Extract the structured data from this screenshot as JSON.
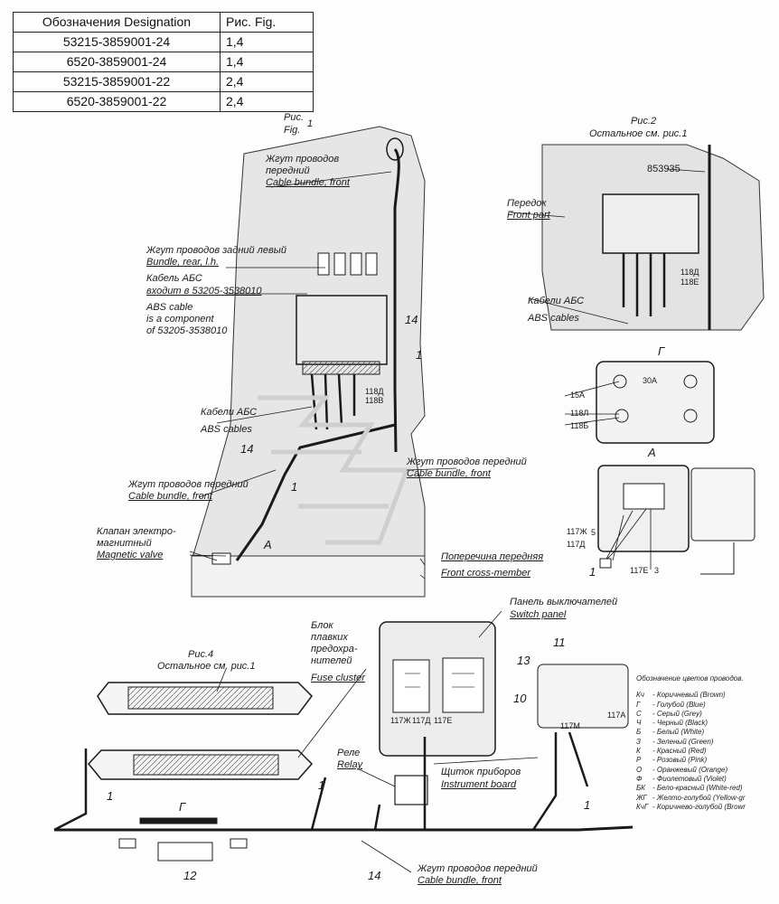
{
  "designation_table": {
    "headers": [
      "Обозначения Designation",
      "Рис. Fig."
    ],
    "rows": [
      [
        "53215-3859001-24",
        "1,4"
      ],
      [
        "6520-3859001-24",
        "1,4"
      ],
      [
        "53215-3859001-22",
        "2,4"
      ],
      [
        "6520-3859001-22",
        "2,4"
      ]
    ]
  },
  "fig1": {
    "title_ru": "Рис.",
    "num_ru": "1",
    "title_en": "Fig.",
    "bundle_front_ru": "Жгут проводов передний",
    "bundle_front_ru_1": "Жгут проводов",
    "bundle_front_ru_2": "передний",
    "bundle_front_en": "Cable bundle, front",
    "bundle_rear_ru": "Жгут проводов задний левый",
    "bundle_rear_en": "Bundle, rear, l.h.",
    "abs_cable_ru_1": "Кабель АБС",
    "abs_cable_ru_2": "входит в 53205-3538010",
    "abs_cable_en_1": "ABS cable",
    "abs_cable_en_2": "is a component",
    "abs_cable_en_3": "of 53205-3538010",
    "abs_cables_ru": "Кабели АБС",
    "abs_cables_en": "ABS cables",
    "valve_ru_1": "Клапан электро-",
    "valve_ru_2": "магнитный",
    "valve_en": "Magnetic valve",
    "crossmember_ru": "Поперечина передняя",
    "crossmember_en": "Front cross-member",
    "callout_14a": "14",
    "callout_1a": "1",
    "callout_14b": "14",
    "callout_1b": "1",
    "callout_a": "A",
    "tag_1": "118Д",
    "tag_2": "118В"
  },
  "fig2": {
    "title_ru": "Рис.2",
    "subtitle_ru": "Остальное см. рис.1",
    "part_no": "853935",
    "front_ru": "Передок",
    "front_en": "Front part",
    "abs_cables_ru": "Кабели АБС",
    "abs_cables_en": "ABS cables",
    "tag_1": "118Д",
    "tag_2": "118Е"
  },
  "view_g": {
    "label": "Г",
    "tags": [
      "15А",
      "118Л",
      "118Б",
      "30А"
    ]
  },
  "view_a": {
    "label": "А",
    "tags": [
      "117Ж",
      "117Д",
      "117Е"
    ],
    "tag_right": "3",
    "tag_right2": "5",
    "callout_1": "1"
  },
  "fig4": {
    "title_ru": "Рис.4",
    "subtitle_ru": "Остальное см. рис.1",
    "fuse_ru_1": "Блок",
    "fuse_ru_2": "плавких",
    "fuse_ru_3": "предохра-",
    "fuse_ru_4": "нителей",
    "fuse_en": "Fuse cluster",
    "switch_ru": "Панель выключателей",
    "switch_en": "Switch panel",
    "relay_ru": "Реле",
    "relay_en": "Relay",
    "instrument_ru": "Щиток приборов",
    "instrument_en": "Instrument board",
    "bundle_front_ru": "Жгут проводов передний",
    "bundle_front_en": "Cable bundle, front",
    "callout_g": "Г",
    "callout_1a": "1",
    "callout_1b": "1",
    "callout_1c": "1",
    "callout_10": "10",
    "callout_11": "11",
    "callout_12": "12",
    "callout_13": "13",
    "callout_14": "14",
    "tags": [
      "117Ж",
      "117Д",
      "117Е",
      "117М",
      "117А"
    ]
  },
  "color_legend": {
    "title": "Обозначение цветов проводов.",
    "entries": [
      {
        "code": "Кч",
        "text": "- Коричневый (Brown)"
      },
      {
        "code": "Г",
        "text": "- Голубой (Blue)"
      },
      {
        "code": "С",
        "text": "- Серый (Grey)"
      },
      {
        "code": "Ч",
        "text": "- Черный (Black)"
      },
      {
        "code": "Б",
        "text": "- Белый (White)"
      },
      {
        "code": "З",
        "text": "- Зеленый (Green)"
      },
      {
        "code": "К",
        "text": "- Красный (Red)"
      },
      {
        "code": "Р",
        "text": "- Розовый (Pink)"
      },
      {
        "code": "О",
        "text": "- Оранжевый (Orange)"
      },
      {
        "code": "Ф",
        "text": "- Фиолетовый (Violet)"
      },
      {
        "code": "БК",
        "text": "- Бело-красный (White-red)"
      },
      {
        "code": "ЖГ",
        "text": "- Желто-голубой (Yellow-gr"
      },
      {
        "code": "КчГ",
        "text": "- Коричнево-голубой (Browr"
      }
    ]
  },
  "colors": {
    "line": "#1a1a1a",
    "shade": "#dcdcdc",
    "paper": "#fdfdfd"
  }
}
